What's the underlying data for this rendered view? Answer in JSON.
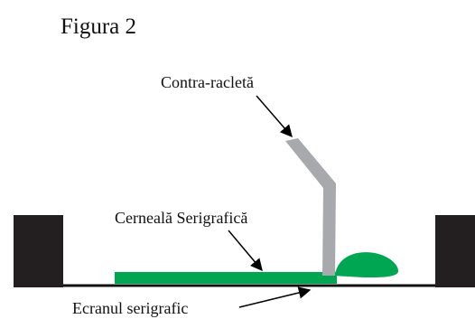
{
  "figure": {
    "title": "Figura 2"
  },
  "labels": {
    "squeegee": "Contra-racletă",
    "ink": "Cerneală Serigrafică",
    "screen": "Ecranul serigrafic"
  },
  "colors": {
    "frame": "#231f20",
    "screen_line": "#111111",
    "ink": "#00a651",
    "squeegee": "#a7a9ac",
    "arrow": "#000000",
    "text": "#111111"
  }
}
